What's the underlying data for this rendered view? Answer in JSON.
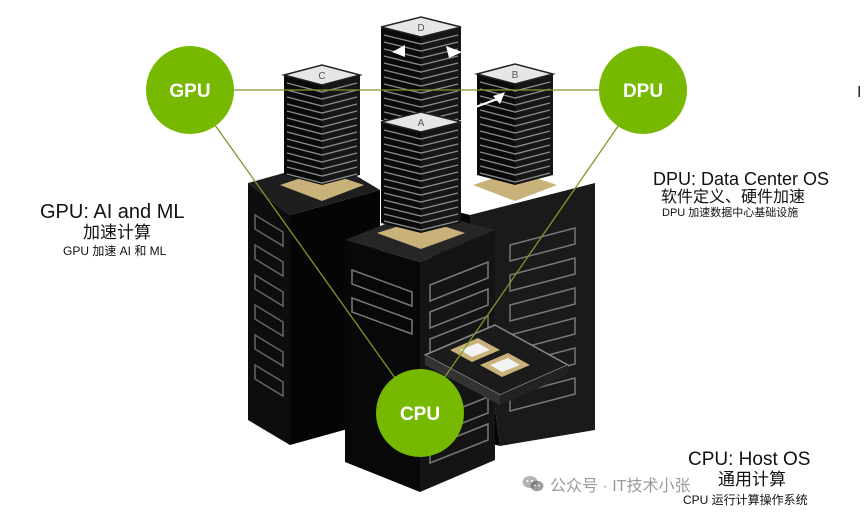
{
  "nodes": {
    "gpu": {
      "label": "GPU"
    },
    "dpu": {
      "label": "DPU"
    },
    "cpu": {
      "label": "CPU"
    }
  },
  "servers": [
    {
      "id": "a",
      "label": "A"
    },
    {
      "id": "b",
      "label": "B"
    },
    {
      "id": "c",
      "label": "C"
    },
    {
      "id": "d",
      "label": "D"
    }
  ],
  "annotations": {
    "gpu": {
      "title": "GPU: AI and ML",
      "subtitle": "加速计算",
      "detail": "GPU 加速 AI 和 ML"
    },
    "dpu": {
      "title": "DPU: Data Center OS",
      "subtitle": "软件定义、硬件加速",
      "detail": "DPU 加速数据中心基础设施"
    },
    "cpu": {
      "title": "CPU: Host OS",
      "subtitle": "通用计算",
      "detail": "CPU 运行计算操作系统"
    }
  },
  "edge_mark": "I",
  "watermark": {
    "text": "公众号 · IT技术小张"
  },
  "colors": {
    "node_green": "#76b900",
    "link_green": "#7a9a2a",
    "rack": "#111111",
    "rack_line": "#7a7a7a",
    "tray_gold": "#c9b27a"
  }
}
